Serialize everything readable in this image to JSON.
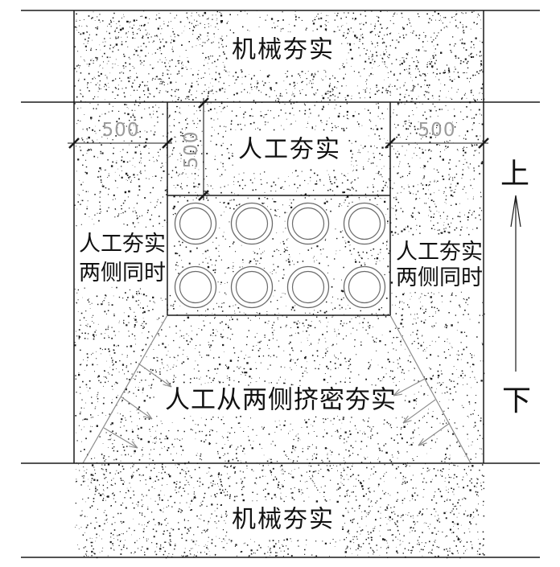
{
  "diagram": {
    "type": "pipe-trench-backfill-compaction-section",
    "zones": {
      "top": "机械夯实",
      "trench_upper": "人工夯实",
      "side_left": [
        "人工夯实",
        "两侧同时"
      ],
      "side_right": [
        "人工夯实",
        "两侧同时"
      ],
      "below_trench": "人工从两侧挤密夯实",
      "bottom": "机械夯实"
    },
    "directions": {
      "up": "上",
      "down": "下"
    },
    "dimensions": {
      "left_offset": "500",
      "right_offset": "500",
      "top_cover": "500"
    },
    "pipes": {
      "rows": 2,
      "columns": 4
    },
    "colors": {
      "line": "#1a1a1a",
      "gray_line": "#8a8a8a",
      "pipe_stroke": "#6a6a6a",
      "dim_text": "#9b9b9b",
      "stipple": "#1a1a1a",
      "background": "#ffffff"
    }
  }
}
